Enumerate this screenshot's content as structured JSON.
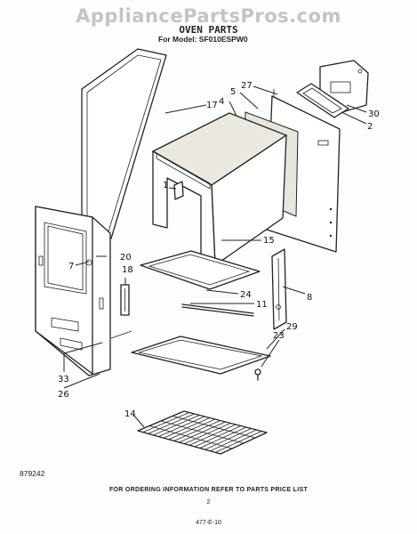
{
  "watermark": "AppliancePartsPros.com",
  "title": "OVEN PARTS",
  "model_line": "For Model: SF010ESPW0",
  "doc_number": "879242",
  "ordering_note": "FOR ORDERING INFORMATION REFER TO PARTS PRICE LIST",
  "page_number": "2",
  "footer_code": "477-E-10",
  "callouts": {
    "c1": "1",
    "c2": "2",
    "c4": "4",
    "c5": "5",
    "c7": "7",
    "c8": "8",
    "c11": "11",
    "c14": "14",
    "c15": "15",
    "c17": "17",
    "c18": "18",
    "c20": "20",
    "c23": "23",
    "c24": "24",
    "c26": "26",
    "c27": "27",
    "c29": "29",
    "c30": "30",
    "c33": "33"
  }
}
